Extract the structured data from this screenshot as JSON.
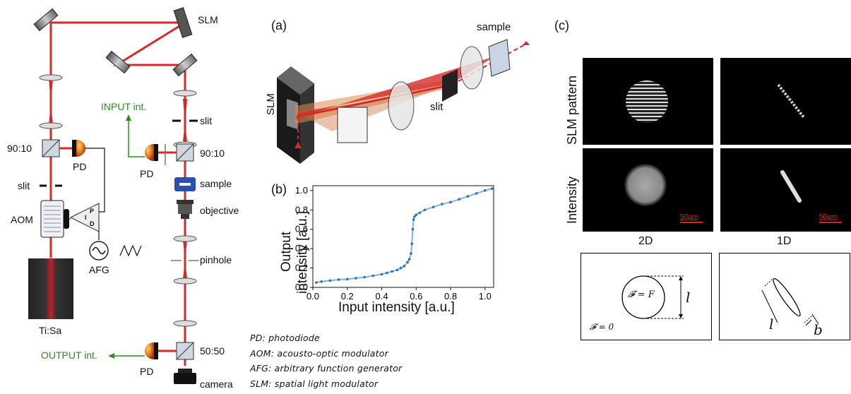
{
  "setup": {
    "slm": "SLM",
    "input_int": "INPUT int.",
    "output_int": "OUTPUT int.",
    "slit_top": "slit",
    "slit_left": "slit",
    "split_left": "90:10",
    "split_right": "90:10",
    "split_bottom": "50:50",
    "pd_left": "PD",
    "pd_right": "PD",
    "pd_bottom": "PD",
    "sample": "sample",
    "objective": "objective",
    "pinhole": "pinhole",
    "camera": "camera",
    "aom": "AOM",
    "afg": "AFG",
    "laser": "Ti:Sa",
    "pid_p": "P",
    "pid_i": "I",
    "pid_d": "D"
  },
  "legend": [
    "PD: photodiode",
    "AOM: acousto-optic modulator",
    "AFG: arbitrary function generator",
    "SLM: spatial light modulator"
  ],
  "panel_a": {
    "tag": "(a)",
    "slm": "SLM",
    "slit": "slit",
    "sample": "sample"
  },
  "panel_b": {
    "tag": "(b)"
  },
  "chart_data": {
    "type": "scatter",
    "xlabel": "Input intensity [a.u.]",
    "ylabel_line1": "Output",
    "ylabel_line2": "intensity [a.u.]",
    "xlim": [
      0,
      1.05
    ],
    "ylim": [
      0,
      1.05
    ],
    "xticks": [
      "0.0",
      "0.2",
      "0.4",
      "0.6",
      "0.8",
      "1.0"
    ],
    "yticks": [
      "0.0",
      "0.2",
      "0.4",
      "0.6",
      "0.8",
      "1.0"
    ],
    "series": [
      {
        "color": "#2f6fb0",
        "x": [
          0.02,
          0.05,
          0.1,
          0.15,
          0.2,
          0.25,
          0.3,
          0.35,
          0.4,
          0.43,
          0.46,
          0.49,
          0.51,
          0.53,
          0.55,
          0.56,
          0.57,
          0.575,
          0.58,
          0.585,
          0.59,
          0.6,
          0.62,
          0.65,
          0.7,
          0.75,
          0.8,
          0.85,
          0.9,
          0.95,
          1.0,
          1.04
        ],
        "y": [
          0.05,
          0.06,
          0.07,
          0.08,
          0.085,
          0.095,
          0.105,
          0.12,
          0.135,
          0.15,
          0.165,
          0.18,
          0.2,
          0.22,
          0.26,
          0.29,
          0.35,
          0.45,
          0.6,
          0.7,
          0.73,
          0.75,
          0.77,
          0.8,
          0.83,
          0.86,
          0.88,
          0.91,
          0.94,
          0.97,
          1.0,
          1.02
        ]
      }
    ]
  },
  "panel_c": {
    "tag": "(c)",
    "row1": "SLM pattern",
    "row2": "Intensity",
    "col1": "2D",
    "col2": "1D",
    "scalebar1": "50µm",
    "scalebar2": "50µm",
    "f_eq_F": "𝓕 = F",
    "f_eq_0": "𝓕 = 0",
    "l1": "l",
    "l2": "l",
    "b": "b"
  },
  "colors": {
    "beam": "#d42a2a",
    "green": "#2e8b1e",
    "scatter": "#2f6fb0",
    "scalebar": "#e02020"
  }
}
